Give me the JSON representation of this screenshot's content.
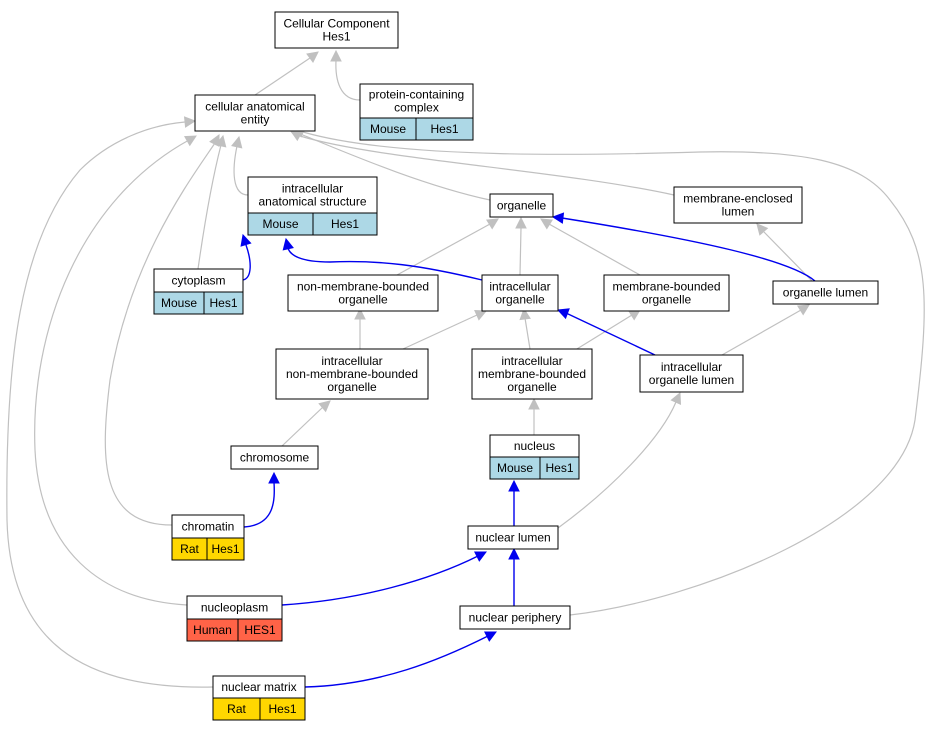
{
  "colors": {
    "mouse": "#add8e6",
    "rat": "#ffd700",
    "human": "#ff6347",
    "edge_gray": "#c0c0c0",
    "edge_blue": "#0000ee"
  },
  "nodes": {
    "root": {
      "lines": [
        "Cellular Component",
        "Hes1"
      ]
    },
    "cae": {
      "lines": [
        "cellular anatomical",
        "entity"
      ]
    },
    "pcc": {
      "lines": [
        "protein-containing",
        "complex"
      ],
      "badge": {
        "species": "Mouse",
        "gene": "Hes1"
      }
    },
    "ias": {
      "lines": [
        "intracellular",
        "anatomical structure"
      ],
      "badge": {
        "species": "Mouse",
        "gene": "Hes1"
      }
    },
    "organelle": {
      "lines": [
        "organelle"
      ]
    },
    "mel": {
      "lines": [
        "membrane-enclosed",
        "lumen"
      ]
    },
    "cytoplasm": {
      "lines": [
        "cytoplasm"
      ],
      "badge": {
        "species": "Mouse",
        "gene": "Hes1"
      }
    },
    "nmbo": {
      "lines": [
        "non-membrane-bounded",
        "organelle"
      ]
    },
    "io": {
      "lines": [
        "intracellular",
        "organelle"
      ]
    },
    "mbo": {
      "lines": [
        "membrane-bounded",
        "organelle"
      ]
    },
    "ol": {
      "lines": [
        "organelle lumen"
      ]
    },
    "inmbo": {
      "lines": [
        "intracellular",
        "non-membrane-bounded",
        "organelle"
      ]
    },
    "imbo": {
      "lines": [
        "intracellular",
        "membrane-bounded",
        "organelle"
      ]
    },
    "iol": {
      "lines": [
        "intracellular",
        "organelle lumen"
      ]
    },
    "chromosome": {
      "lines": [
        "chromosome"
      ]
    },
    "nucleus": {
      "lines": [
        "nucleus"
      ],
      "badge": {
        "species": "Mouse",
        "gene": "Hes1"
      }
    },
    "chromatin": {
      "lines": [
        "chromatin"
      ],
      "badge": {
        "species": "Rat",
        "gene": "Hes1"
      }
    },
    "nlumen": {
      "lines": [
        "nuclear lumen"
      ]
    },
    "nucleoplasm": {
      "lines": [
        "nucleoplasm"
      ],
      "badge": {
        "species": "Human",
        "gene": "HES1"
      }
    },
    "nperiph": {
      "lines": [
        "nuclear periphery"
      ]
    },
    "nmatrix": {
      "lines": [
        "nuclear matrix"
      ],
      "badge": {
        "species": "Rat",
        "gene": "Hes1"
      }
    }
  }
}
